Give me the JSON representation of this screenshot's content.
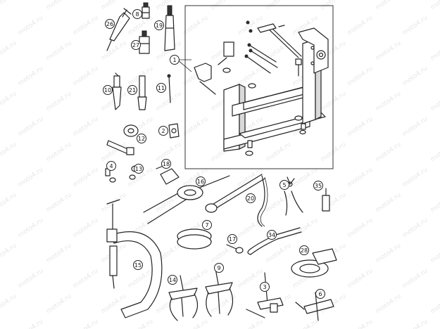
{
  "watermark": "moto4.ru",
  "callouts": [
    "1",
    "2",
    "3",
    "4",
    "5",
    "6",
    "7",
    "8",
    "9",
    "10",
    "11",
    "12",
    "13",
    "14",
    "15",
    "16",
    "17",
    "18",
    "19",
    "20",
    "21",
    "26",
    "27",
    "28",
    "34",
    "35"
  ]
}
